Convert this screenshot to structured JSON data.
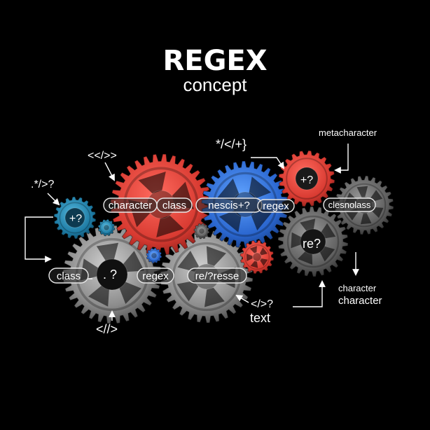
{
  "header": {
    "title": "REGEX",
    "subtitle": "concept"
  },
  "colors": {
    "background": "#000000",
    "red": "#e0453c",
    "blue": "#2e6fd6",
    "gray": "#8a8a8a",
    "teal": "#1f7fa6",
    "text": "#ffffff"
  },
  "gears": {
    "teal_left": "+?",
    "red_small_top": "+?",
    "gray_right": "re?",
    "gray_bottom_left": ". ?"
  },
  "pills": {
    "character": "character",
    "class_top": "class",
    "nescis": "nescis+?",
    "regex_top": "regex",
    "clesnolass": "clesnolass",
    "class_bottom": "class",
    "regex_bottom": "regex",
    "re_resse": "re/?resse"
  },
  "annotations": {
    "tag_top_left": "<</>>",
    "dot_star": ".*/>?",
    "star_slash": "*/</+}",
    "metacharacter": "metacharacter",
    "tag_bottom": "<//>",
    "tag_right": "</>?",
    "text": "text",
    "character_1": "character",
    "character_2": "character"
  }
}
